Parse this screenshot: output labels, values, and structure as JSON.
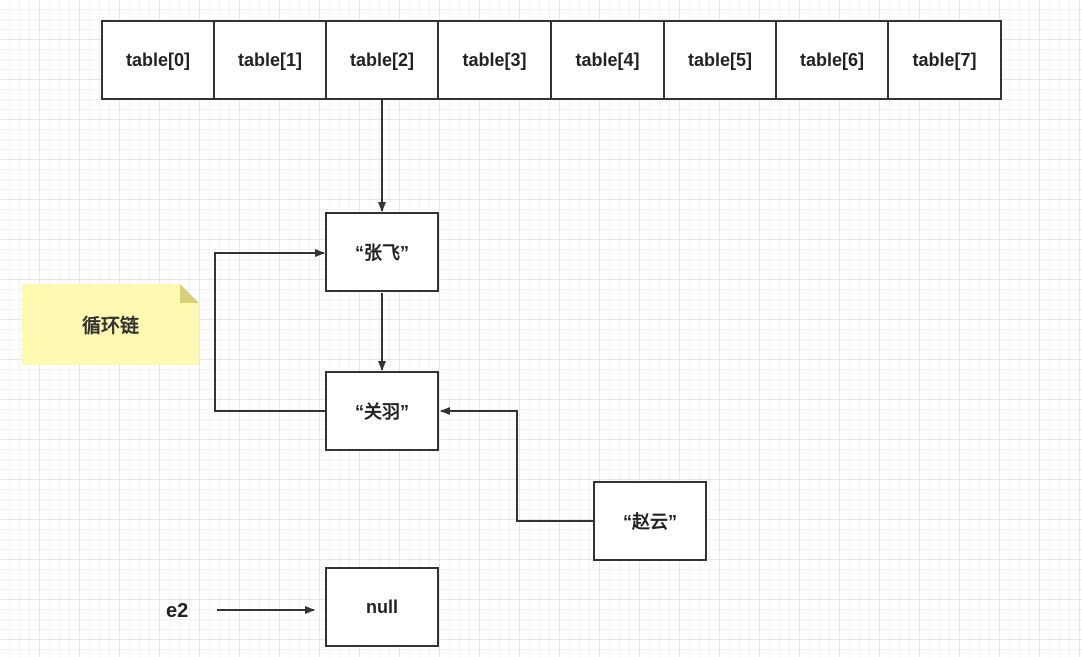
{
  "table": {
    "cells": [
      "table[0]",
      "table[1]",
      "table[2]",
      "table[3]",
      "table[4]",
      "table[5]",
      "table[6]",
      "table[7]"
    ]
  },
  "nodes": {
    "zhangfei": "“张飞”",
    "guanyu": "“关羽”",
    "zhaoyun": "“赵云”",
    "null_node": "null"
  },
  "note": {
    "text": "循环链"
  },
  "variable": {
    "label": "e2"
  },
  "colors": {
    "stroke": "#333333",
    "note_fill": "#fff9b1",
    "note_fold": "#d8d07a"
  }
}
